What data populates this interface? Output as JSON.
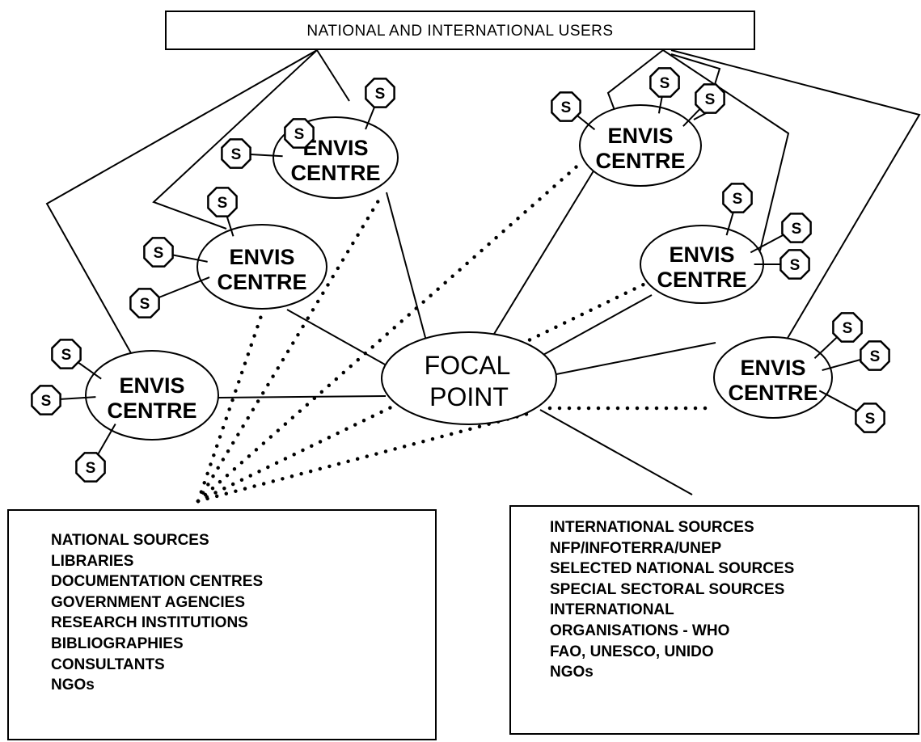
{
  "users_box": {
    "label": "NATIONAL AND INTERNATIONAL USERS"
  },
  "focal_point": {
    "line1": "FOCAL",
    "line2": "POINT"
  },
  "centre": {
    "line1": "ENVIS",
    "line2": "CENTRE"
  },
  "satellite": {
    "label": "S"
  },
  "national_sources": [
    "NATIONAL SOURCES",
    "LIBRARIES",
    "DOCUMENTATION CENTRES",
    "GOVERNMENT AGENCIES",
    "RESEARCH INSTITUTIONS",
    "BIBLIOGRAPHIES",
    "CONSULTANTS",
    "NGOs"
  ],
  "international_sources": [
    "INTERNATIONAL SOURCES",
    "NFP/INFOTERRA/UNEP",
    "SELECTED NATIONAL SOURCES",
    "SPECIAL SECTORAL SOURCES",
    "INTERNATIONAL",
    "ORGANISATIONS - WHO",
    "FAO, UNESCO, UNIDO",
    "NGOs"
  ]
}
